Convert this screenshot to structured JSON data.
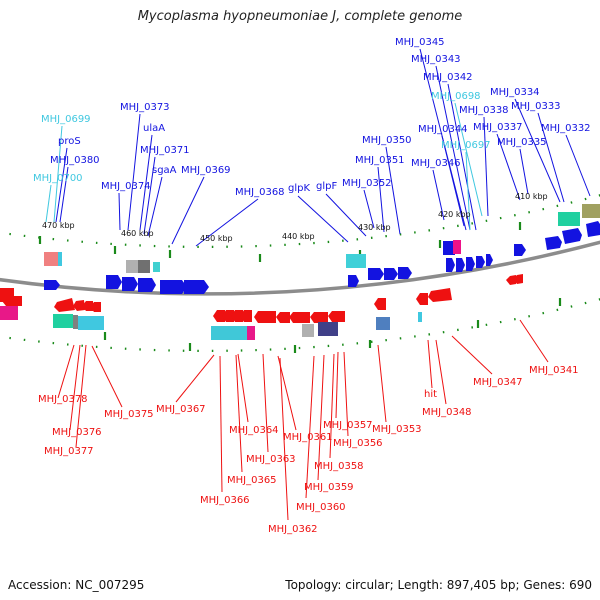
{
  "title": "Mycoplasma hyopneumoniae J, complete genome",
  "footer": {
    "accession": "Accession: NC_007295",
    "summary": "Topology: circular; Length: 897,405 bp; Genes: 690"
  },
  "colors": {
    "forward": "#1313e0",
    "reverse": "#ee1111",
    "rna": "#40c8e0",
    "backbone": "#8c8c8c",
    "ticks": "#1a8a1a"
  },
  "scale_labels": [
    "470 kbp",
    "460 kbp",
    "450 kbp",
    "440 kbp",
    "430 kbp",
    "420 kbp",
    "410 kbp"
  ],
  "top_labels": [
    {
      "text": "MHJ_0699",
      "kind": "rna"
    },
    {
      "text": "proS",
      "kind": "forward"
    },
    {
      "text": "MHJ_0380",
      "kind": "forward"
    },
    {
      "text": "MHJ_0700",
      "kind": "rna"
    },
    {
      "text": "MHJ_0373",
      "kind": "forward"
    },
    {
      "text": "ulaA",
      "kind": "forward"
    },
    {
      "text": "MHJ_0371",
      "kind": "forward"
    },
    {
      "text": "sgaA",
      "kind": "forward"
    },
    {
      "text": "MHJ_0374",
      "kind": "forward"
    },
    {
      "text": "MHJ_0369",
      "kind": "forward"
    },
    {
      "text": "MHJ_0368",
      "kind": "forward"
    },
    {
      "text": "glpK",
      "kind": "forward"
    },
    {
      "text": "glpF",
      "kind": "forward"
    },
    {
      "text": "MHJ_0350",
      "kind": "forward"
    },
    {
      "text": "MHJ_0351",
      "kind": "forward"
    },
    {
      "text": "MHJ_0352",
      "kind": "forward"
    },
    {
      "text": "MHJ_0345",
      "kind": "forward"
    },
    {
      "text": "MHJ_0343",
      "kind": "forward"
    },
    {
      "text": "MHJ_0342",
      "kind": "forward"
    },
    {
      "text": "MHJ_0698",
      "kind": "rna"
    },
    {
      "text": "MHJ_0338",
      "kind": "forward"
    },
    {
      "text": "MHJ_0344",
      "kind": "forward"
    },
    {
      "text": "MHJ_0697",
      "kind": "rna"
    },
    {
      "text": "MHJ_0346",
      "kind": "forward"
    },
    {
      "text": "MHJ_0337",
      "kind": "forward"
    },
    {
      "text": "MHJ_0335",
      "kind": "forward"
    },
    {
      "text": "MHJ_0334",
      "kind": "forward"
    },
    {
      "text": "MHJ_0333",
      "kind": "forward"
    },
    {
      "text": "MHJ_0332",
      "kind": "forward"
    }
  ],
  "bottom_labels": [
    {
      "text": "MHJ_0378",
      "kind": "reverse"
    },
    {
      "text": "MHJ_0376",
      "kind": "reverse"
    },
    {
      "text": "MHJ_0377",
      "kind": "reverse"
    },
    {
      "text": "MHJ_0375",
      "kind": "reverse"
    },
    {
      "text": "MHJ_0367",
      "kind": "reverse"
    },
    {
      "text": "MHJ_0364",
      "kind": "reverse"
    },
    {
      "text": "MHJ_0363",
      "kind": "reverse"
    },
    {
      "text": "MHJ_0365",
      "kind": "reverse"
    },
    {
      "text": "MHJ_0366",
      "kind": "reverse"
    },
    {
      "text": "MHJ_0361",
      "kind": "reverse"
    },
    {
      "text": "MHJ_0362",
      "kind": "reverse"
    },
    {
      "text": "MHJ_0357",
      "kind": "reverse"
    },
    {
      "text": "MHJ_0356",
      "kind": "reverse"
    },
    {
      "text": "MHJ_0358",
      "kind": "reverse"
    },
    {
      "text": "MHJ_0359",
      "kind": "reverse"
    },
    {
      "text": "MHJ_0360",
      "kind": "reverse"
    },
    {
      "text": "MHJ_0353",
      "kind": "reverse"
    },
    {
      "text": "hit",
      "kind": "reverse"
    },
    {
      "text": "MHJ_0348",
      "kind": "reverse"
    },
    {
      "text": "MHJ_0347",
      "kind": "reverse"
    },
    {
      "text": "MHJ_0341",
      "kind": "reverse"
    }
  ]
}
